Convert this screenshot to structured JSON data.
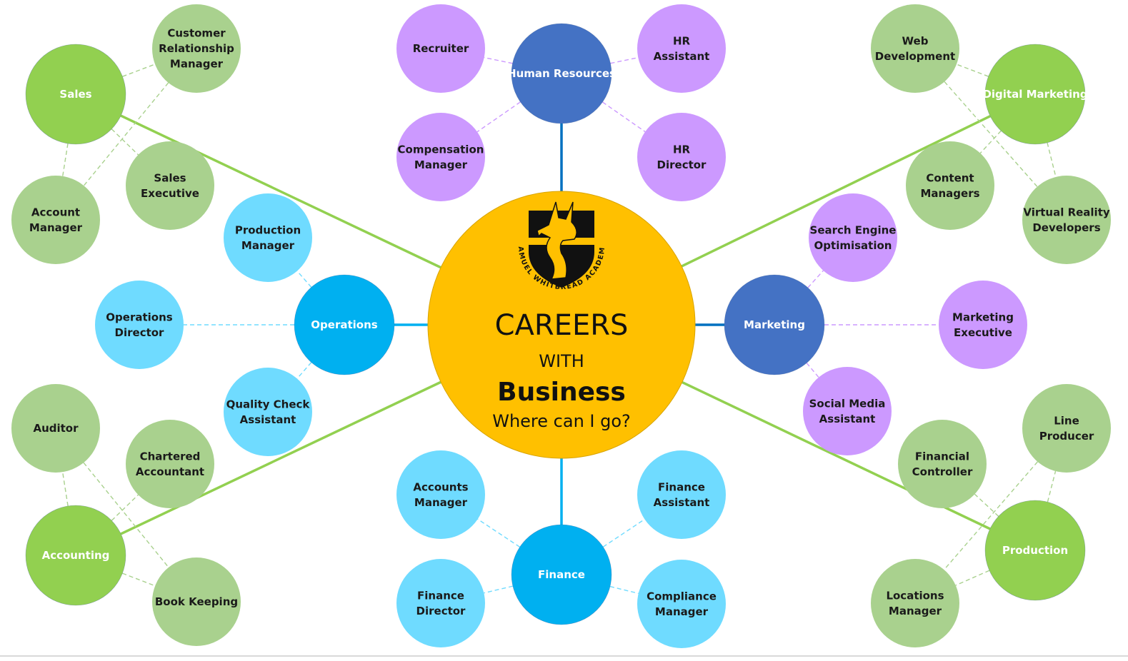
{
  "colors": {
    "center": "#FFC000",
    "green_hub": "#92D050",
    "green_leaf": "#A9D18E",
    "blue_hub": "#00B0F0",
    "blue_leaf": "#6FDBFF",
    "navy_hub": "#4472C4",
    "purple_leaf": "#CC99FF",
    "green_line": "#92D050",
    "blue_line": "#0070C0"
  },
  "center": {
    "line1": "CAREERS",
    "line2": "WITH",
    "line3": "Business",
    "line4": "Where can I go?",
    "logo": {
      "icon": "kangaroo-shield-icon",
      "text": "SAMUEL WHITBREAD ACADEMY"
    }
  },
  "hubs": [
    {
      "id": "sales",
      "label": [
        "Sales"
      ],
      "color": "green_hub",
      "line": "green_line"
    },
    {
      "id": "hr",
      "label": [
        "Human Resources"
      ],
      "color": "navy_hub",
      "line": "blue_line"
    },
    {
      "id": "digital",
      "label": [
        "Digital Marketing"
      ],
      "color": "green_hub",
      "line": "green_line"
    },
    {
      "id": "operations",
      "label": [
        "Operations"
      ],
      "color": "blue_hub",
      "line": "blue_hub"
    },
    {
      "id": "marketing",
      "label": [
        "Marketing"
      ],
      "color": "navy_hub",
      "line": "blue_line"
    },
    {
      "id": "accounting",
      "label": [
        "Accounting"
      ],
      "color": "green_hub",
      "line": "green_line"
    },
    {
      "id": "finance",
      "label": [
        "Finance"
      ],
      "color": "blue_hub",
      "line": "blue_hub"
    },
    {
      "id": "production",
      "label": [
        "Production"
      ],
      "color": "green_hub",
      "line": "green_line"
    }
  ],
  "leaves": [
    {
      "hub": "sales",
      "label": [
        "Customer",
        "Relationship",
        "Manager"
      ],
      "color": "green_leaf"
    },
    {
      "hub": "sales",
      "label": [
        "Sales",
        "Executive"
      ],
      "color": "green_leaf"
    },
    {
      "hub": "sales",
      "label": [
        "Account",
        "Manager"
      ],
      "color": "green_leaf"
    },
    {
      "hub": "hr",
      "label": [
        "Recruiter"
      ],
      "color": "purple_leaf"
    },
    {
      "hub": "hr",
      "label": [
        "HR",
        "Assistant"
      ],
      "color": "purple_leaf"
    },
    {
      "hub": "hr",
      "label": [
        "Compensation",
        "Manager"
      ],
      "color": "purple_leaf"
    },
    {
      "hub": "hr",
      "label": [
        "HR",
        "Director"
      ],
      "color": "purple_leaf"
    },
    {
      "hub": "digital",
      "label": [
        "Web",
        "Development"
      ],
      "color": "green_leaf"
    },
    {
      "hub": "digital",
      "label": [
        "Content",
        "Managers"
      ],
      "color": "green_leaf"
    },
    {
      "hub": "digital",
      "label": [
        "Virtual Reality",
        "Developers"
      ],
      "color": "green_leaf"
    },
    {
      "hub": "operations",
      "label": [
        "Production",
        "Manager"
      ],
      "color": "blue_leaf"
    },
    {
      "hub": "operations",
      "label": [
        "Operations",
        "Director"
      ],
      "color": "blue_leaf"
    },
    {
      "hub": "operations",
      "label": [
        "Quality Check",
        "Assistant"
      ],
      "color": "blue_leaf"
    },
    {
      "hub": "marketing",
      "label": [
        "Search Engine",
        "Optimisation"
      ],
      "color": "purple_leaf"
    },
    {
      "hub": "marketing",
      "label": [
        "Marketing",
        "Executive"
      ],
      "color": "purple_leaf"
    },
    {
      "hub": "marketing",
      "label": [
        "Social Media",
        "Assistant"
      ],
      "color": "purple_leaf"
    },
    {
      "hub": "accounting",
      "label": [
        "Auditor"
      ],
      "color": "green_leaf"
    },
    {
      "hub": "accounting",
      "label": [
        "Chartered",
        "Accountant"
      ],
      "color": "green_leaf"
    },
    {
      "hub": "accounting",
      "label": [
        "Book Keeping"
      ],
      "color": "green_leaf"
    },
    {
      "hub": "finance",
      "label": [
        "Accounts",
        "Manager"
      ],
      "color": "blue_leaf"
    },
    {
      "hub": "finance",
      "label": [
        "Finance",
        "Assistant"
      ],
      "color": "blue_leaf"
    },
    {
      "hub": "finance",
      "label": [
        "Finance",
        "Director"
      ],
      "color": "blue_leaf"
    },
    {
      "hub": "finance",
      "label": [
        "Compliance",
        "Manager"
      ],
      "color": "blue_leaf"
    },
    {
      "hub": "production",
      "label": [
        "Financial",
        "Controller"
      ],
      "color": "green_leaf"
    },
    {
      "hub": "production",
      "label": [
        "Line",
        "Producer"
      ],
      "color": "green_leaf"
    },
    {
      "hub": "production",
      "label": [
        "Locations",
        "Manager"
      ],
      "color": "green_leaf"
    }
  ]
}
